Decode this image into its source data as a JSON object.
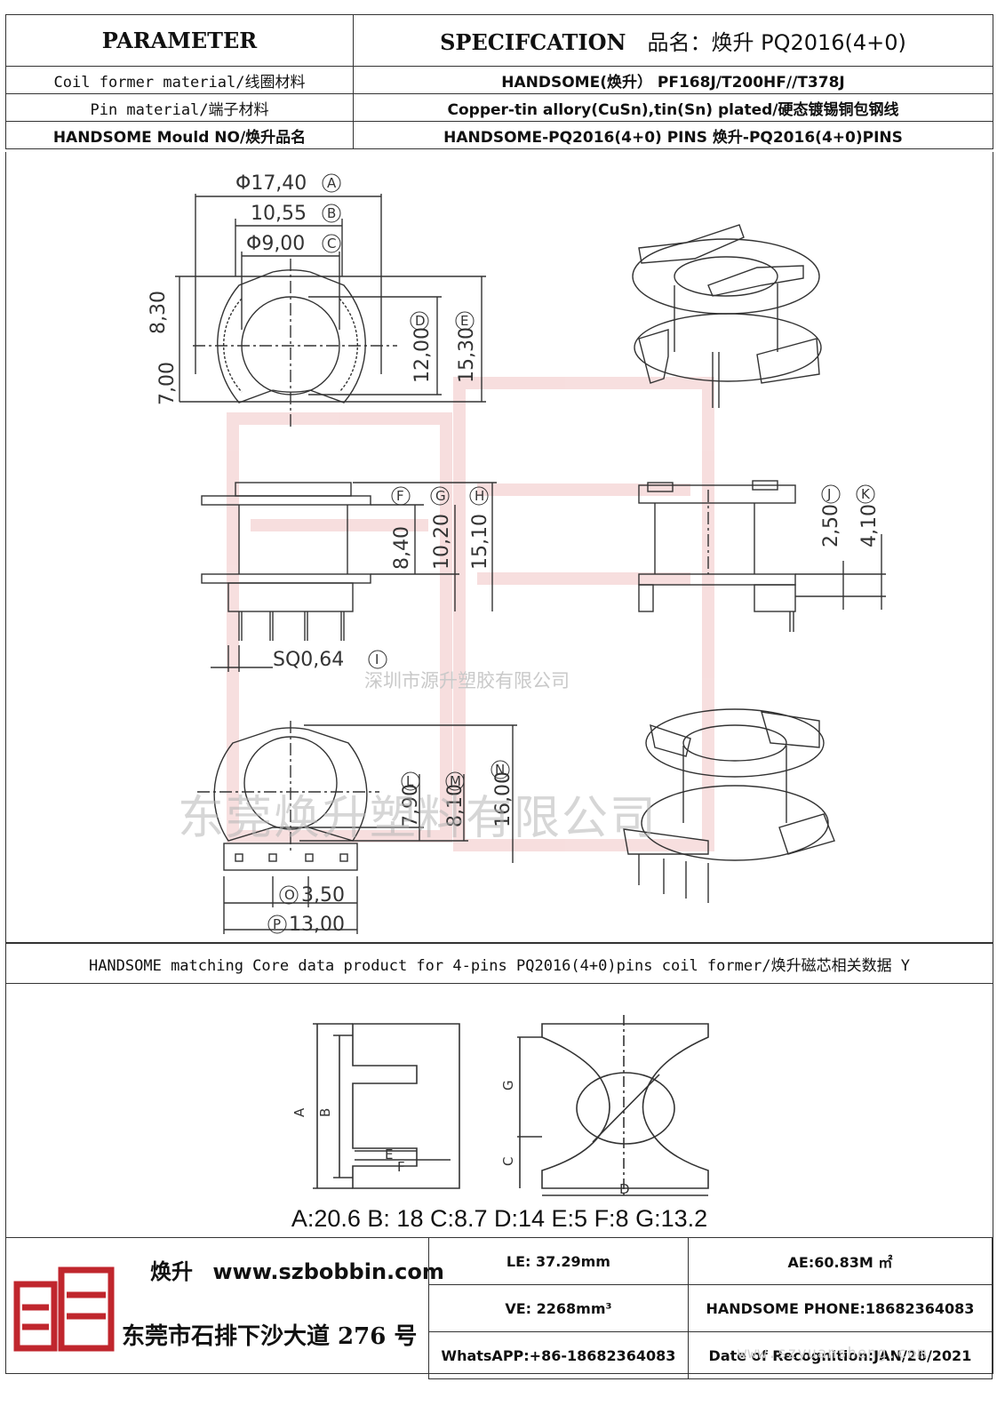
{
  "header": {
    "parameter_label": "PARAMETER",
    "spec_label": "SPECIFCATION",
    "spec_name": "品名：焕升 PQ2016(4+0)"
  },
  "rows": [
    {
      "label": "Coil former material/线圈材料",
      "value": "HANDSOME(焕升）  PF168J/T200HF//T378J"
    },
    {
      "label": "Pin material/端子材料",
      "value": "Copper-tin allory(CuSn),tin(Sn) plated/硬态镀锡铜包钢线"
    },
    {
      "label": "HANDSOME Mould NO/焕升品名",
      "value": "HANDSOME-PQ2016(4+0) PINS   焕升-PQ2016(4+0)PINS"
    }
  ],
  "drawing": {
    "dims": {
      "A": "Φ17,40",
      "B": "10,55",
      "C": "Φ9,00",
      "D": "12,00",
      "E": "15,30",
      "h1": "8,30",
      "h2": "7,00",
      "F": "8,40",
      "G": "10,20",
      "H": "15,10",
      "I": "SQ0,64",
      "J": "2,50",
      "K": "4,10",
      "L": "7,90",
      "M": "8,10",
      "N": "16,00",
      "O": "3,50",
      "P": "13,00"
    },
    "letters": [
      "A",
      "B",
      "C",
      "D",
      "E",
      "F",
      "G",
      "H",
      "I",
      "J",
      "K",
      "L",
      "M",
      "N",
      "O",
      "P"
    ],
    "watermark_company": "深圳市源升塑胶有限公司",
    "watermark_large": "东莞焕升塑料有限公司"
  },
  "core": {
    "banner": "HANDSOME matching Core data  product for 4-pins PQ2016(4+0)pins coil former/焕升磁芯相关数据 Y",
    "labels": [
      "A",
      "B",
      "C",
      "D",
      "E",
      "F",
      "G"
    ],
    "values_text": "A:20.6 B: 18 C:8.7 D:14 E:5 F:8 G:13.2"
  },
  "footer": {
    "brand": "焕升",
    "site": "www.szbobbin.com",
    "address": "东莞市石排下沙大道 276 号",
    "le": "LE: 37.29mm",
    "ae": "AE:60.83M ㎡",
    "ve": "VE: 2268mm³",
    "phone": "HANDSOME PHONE:18682364083",
    "whatsapp": "WhatsAPP:+86-18682364083",
    "date": "Date of Recognition:JAN/26/2021",
    "watermark_url": "www.szyuansheng.com"
  }
}
